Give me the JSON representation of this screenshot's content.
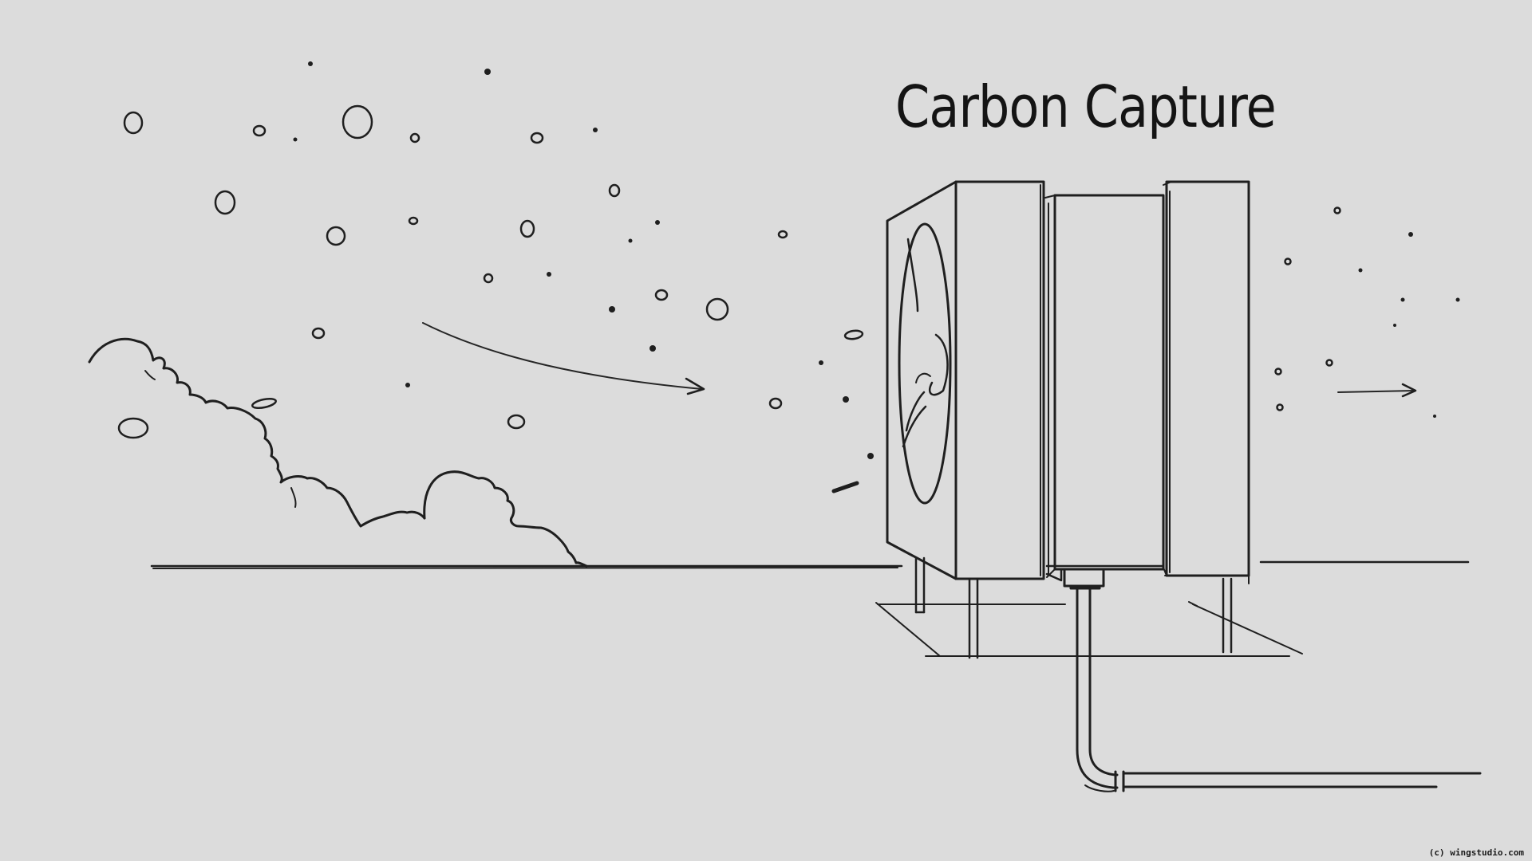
{
  "title": "Carbon Capture",
  "credit": "(c) wingstudio.com",
  "colors": {
    "background": "#dcdcdc",
    "ink": "#1f1f1f"
  },
  "icons": [
    "cloud-sketch",
    "fan-icon",
    "arrow-right-icon",
    "pipe-sketch"
  ]
}
